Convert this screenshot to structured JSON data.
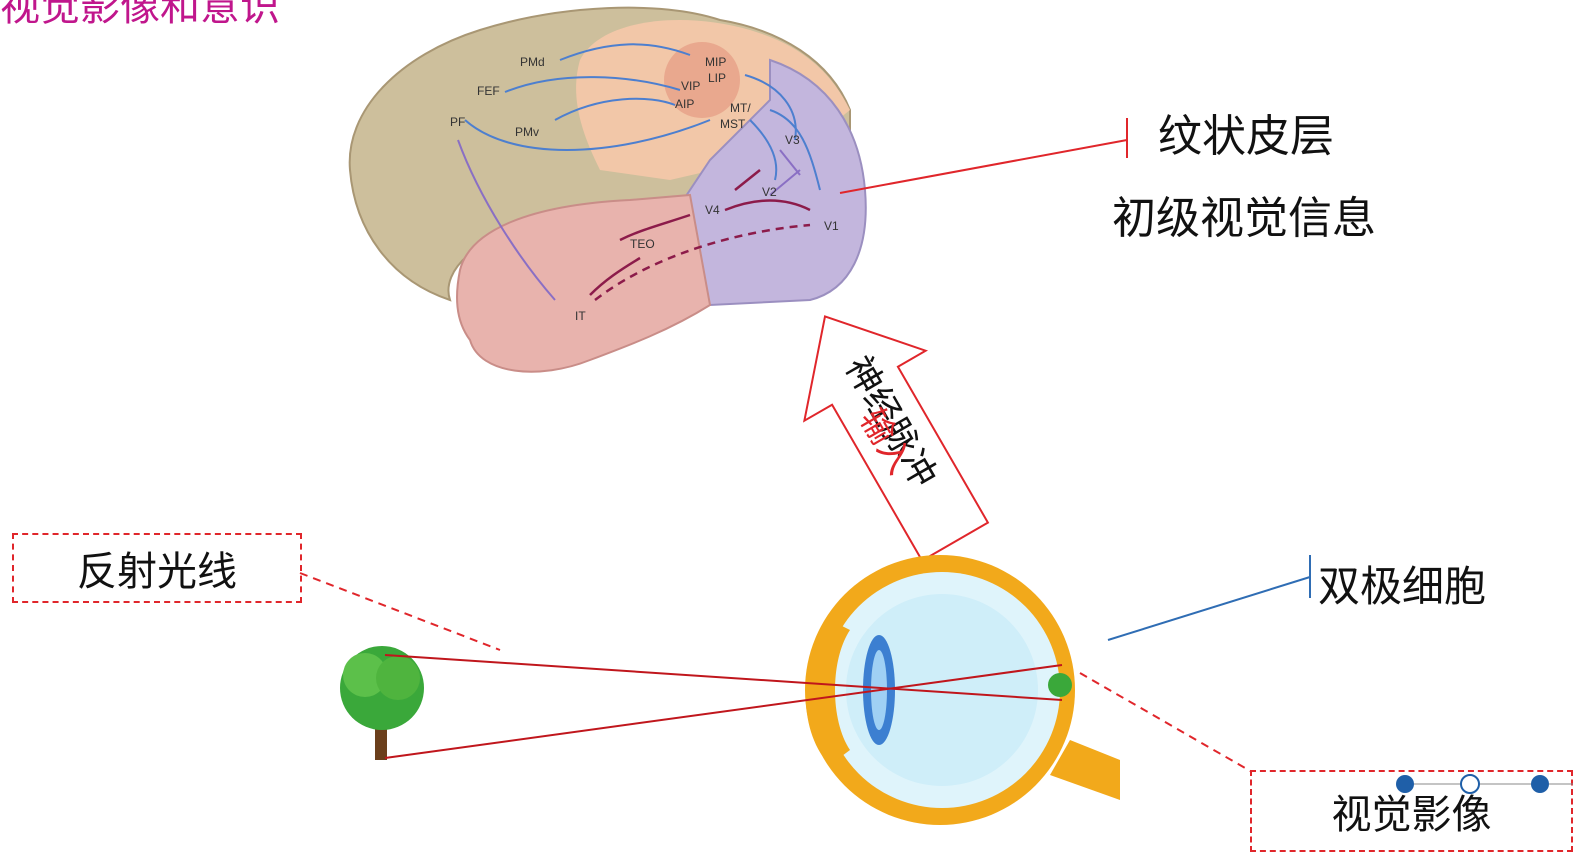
{
  "title": "视觉影像和意识",
  "brain": {
    "regions": [
      "PMd",
      "FEF",
      "PF",
      "PMv",
      "MIP",
      "VIP",
      "LIP",
      "AIP",
      "MT/",
      "MST",
      "V3",
      "V2",
      "V4",
      "V1",
      "TEO",
      "IT"
    ]
  },
  "labels": {
    "striate_cortex": "纹状皮层",
    "primary_visual": "初级视觉信息",
    "neural_pulse": "神经脉冲",
    "input": "输入",
    "bipolar_cells": "双极细胞",
    "reflected_light": "反射光线",
    "visual_image": "视觉影像"
  },
  "colors": {
    "red_line": "#e0262b",
    "blue_line": "#2f6db4",
    "title": "#c0168c"
  }
}
